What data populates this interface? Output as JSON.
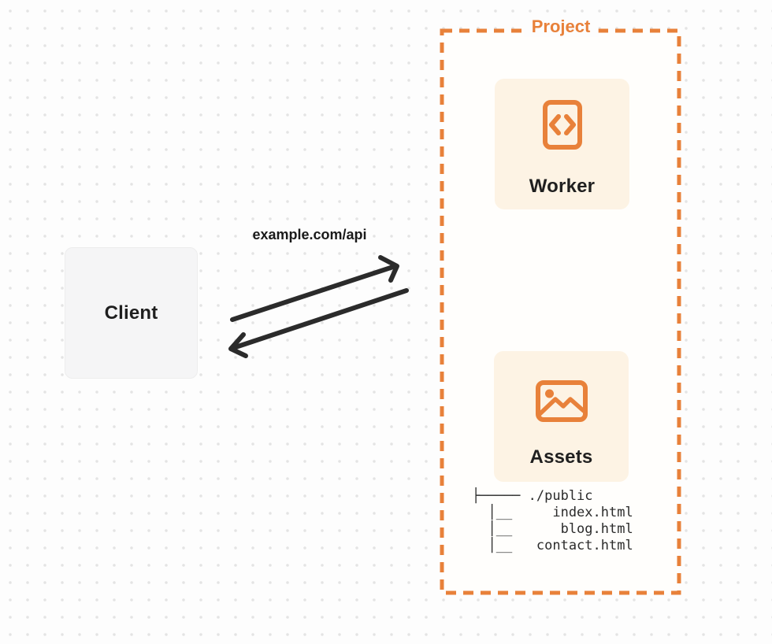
{
  "diagram": {
    "client": {
      "label": "Client"
    },
    "request_label": "example.com/api",
    "project": {
      "label": "Project",
      "worker": {
        "label": "Worker",
        "icon": "code-document-icon"
      },
      "assets": {
        "label": "Assets",
        "icon": "image-icon",
        "file_tree": {
          "line1": "├───── ./public",
          "line2": "  │__     index.html",
          "line3": "  │__      blog.html",
          "line4": "  │__   contact.html"
        }
      }
    },
    "colors": {
      "accent_orange": "#E8813A",
      "card_cream": "#FDF3E4",
      "client_gray": "#F5F5F6",
      "arrow_ink": "#2B2B2B",
      "text_ink": "#1F1F1F",
      "dot_grid": "#E4E4E4"
    }
  }
}
